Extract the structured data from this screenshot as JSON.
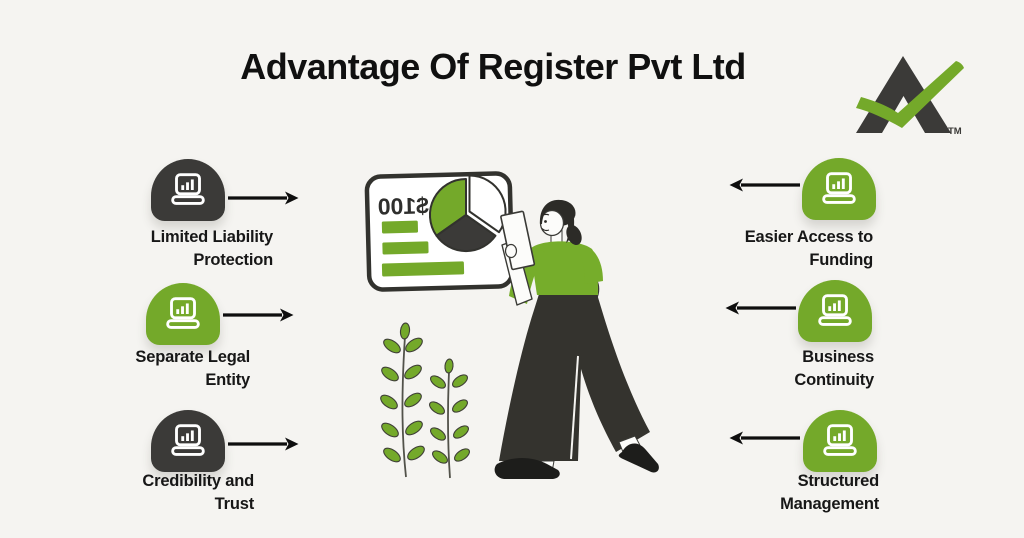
{
  "title": "Advantage Of Register Pvt Ltd",
  "logo": {
    "mark": "letter-A-with-checkmark",
    "trademark": "TM",
    "dark": "#3b3a38",
    "green": "#74a92a"
  },
  "features": {
    "left": [
      {
        "lines": [
          "Limited Liability",
          "Protection"
        ],
        "icon": "laptop-chart-icon",
        "icon_color": "#3b3a38",
        "arrow": "right"
      },
      {
        "lines": [
          "Separate Legal",
          "Entity"
        ],
        "icon": "laptop-chart-icon",
        "icon_color": "#74a92a",
        "arrow": "right"
      },
      {
        "lines": [
          "Credibility and",
          "Trust"
        ],
        "icon": "laptop-chart-icon",
        "icon_color": "#3b3a38",
        "arrow": "right"
      }
    ],
    "right": [
      {
        "lines": [
          "Easier Access to",
          "Funding"
        ],
        "icon": "laptop-chart-icon",
        "icon_color": "#74a92a",
        "arrow": "left"
      },
      {
        "lines": [
          "Business",
          "Continuity"
        ],
        "icon": "laptop-chart-icon",
        "icon_color": "#74a92a",
        "arrow": "left"
      },
      {
        "lines": [
          "Structured",
          "Management"
        ],
        "icon": "laptop-chart-icon",
        "icon_color": "#74a92a",
        "arrow": "left"
      }
    ]
  },
  "illustration": {
    "board_text": "$100",
    "board_text_mirrored": true,
    "pie_slice_colors": [
      "#74a92a",
      "#3b3a38",
      "#ffffff"
    ],
    "bar_count": 3
  },
  "colors": {
    "background": "#f5f4f1",
    "green": "#74a92a",
    "dark": "#3b3a38",
    "text": "#161616"
  }
}
